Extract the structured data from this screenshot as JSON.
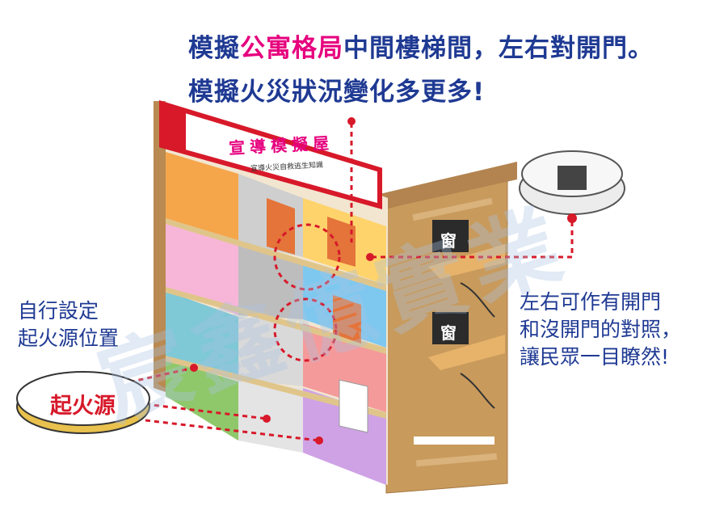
{
  "headline": {
    "line1_prefix": "模擬",
    "line1_highlight": "公寓格局",
    "line1_suffix": "中間樓梯間，左右對開門。",
    "line2": "模擬火災狀況變化多更多!"
  },
  "left_note": {
    "line1": "自行設定",
    "line2": "起火源位置"
  },
  "right_note": {
    "line1": "左右可作有開門",
    "line2": "和沒開門的對照，",
    "line3": "讓民眾一目瞭然!"
  },
  "ignition_label": "起火源",
  "sign": {
    "title": "宣導模擬屋",
    "subtitle": "宣導火災自救逃生知識"
  },
  "window_label": "窗",
  "watermark": "宸鑫億實業",
  "colors": {
    "headline": "#1f3a93",
    "highlight": "#e6007e",
    "accent_red": "#d7192a",
    "board": "#c89a5c",
    "ignition_disc": "#f2d27a"
  }
}
